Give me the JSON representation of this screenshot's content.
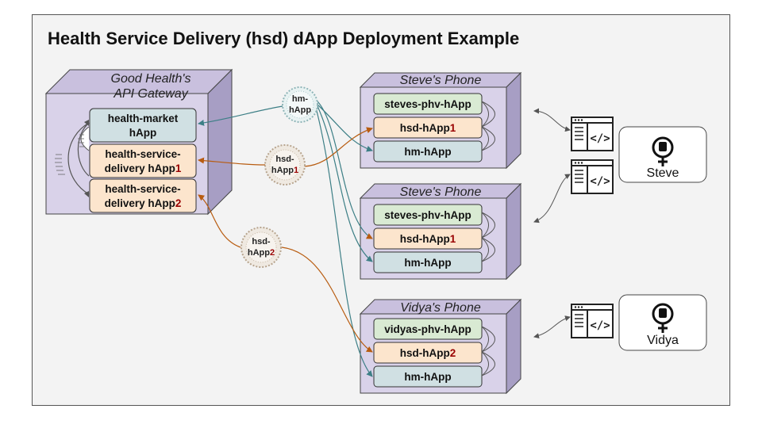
{
  "title": "Health Service Delivery (hsd) dApp Deployment Example",
  "gateway": {
    "title_line1": "Good Health's",
    "title_line2": "API Gateway",
    "apps": [
      {
        "line1": "health-market",
        "line2a": "hApp",
        "line2b": ""
      },
      {
        "line1": "health-service-",
        "line2a": "delivery hApp",
        "line2b": "1"
      },
      {
        "line1": "health-service-",
        "line2a": "delivery hApp",
        "line2b": "2"
      }
    ]
  },
  "phones": [
    {
      "title": "Steve's Phone",
      "apps": [
        {
          "a": "steves-phv-hApp",
          "b": ""
        },
        {
          "a": "hsd-hApp",
          "b": "1"
        },
        {
          "a": "hm-hApp",
          "b": ""
        }
      ]
    },
    {
      "title": "Steve's Phone",
      "apps": [
        {
          "a": "steves-phv-hApp",
          "b": ""
        },
        {
          "a": "hsd-hApp",
          "b": "1"
        },
        {
          "a": "hm-hApp",
          "b": ""
        }
      ]
    },
    {
      "title": "Vidya's Phone",
      "apps": [
        {
          "a": "vidyas-phv-hApp",
          "b": ""
        },
        {
          "a": "hsd-hApp",
          "b": "2"
        },
        {
          "a": "hm-hApp",
          "b": ""
        }
      ]
    }
  ],
  "seals": [
    {
      "line1": "hm-",
      "line2a": "hApp",
      "line2b": ""
    },
    {
      "line1": "hsd-",
      "line2a": "hApp",
      "line2b": "1"
    },
    {
      "line1": "hsd-",
      "line2a": "hApp",
      "line2b": "2"
    }
  ],
  "users": [
    {
      "name": "Steve"
    },
    {
      "name": "Vidya"
    }
  ],
  "icons": {
    "code": "code-window-icon",
    "user": "female-fist-symbol-icon"
  },
  "colors": {
    "cube_face": "#d9d2e9",
    "cube_side": "#a79ec4",
    "cube_top": "#c9c0de",
    "app_blue": "#d0e0e3",
    "app_orange": "#fce5cd",
    "app_green": "#d9ead3",
    "line_teal": "#3d7f86",
    "line_orange": "#b85c10",
    "accent_red": "#990000"
  }
}
